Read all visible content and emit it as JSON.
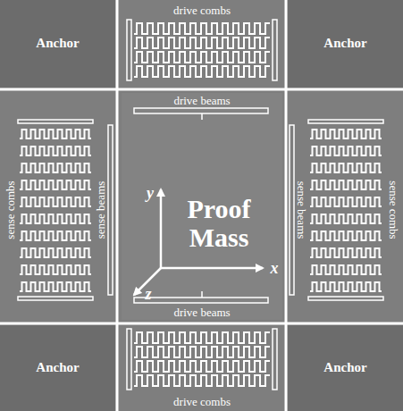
{
  "diagram": {
    "nodes": [
      {
        "text": [
          "Anchor"
        ]
      },
      {
        "text": [
          "Anchor"
        ]
      },
      {
        "text": [
          "Proof Mass"
        ]
      },
      {
        "text": [
          "Anchor"
        ]
      },
      {
        "text": [
          "Anchor"
        ]
      }
    ],
    "labels": [
      "drive combs",
      "drive beams",
      "sense combs",
      "sense beams",
      "y",
      "x",
      "z",
      "sense beams",
      "sense combs",
      "drive beams",
      "drive combs"
    ]
  }
}
